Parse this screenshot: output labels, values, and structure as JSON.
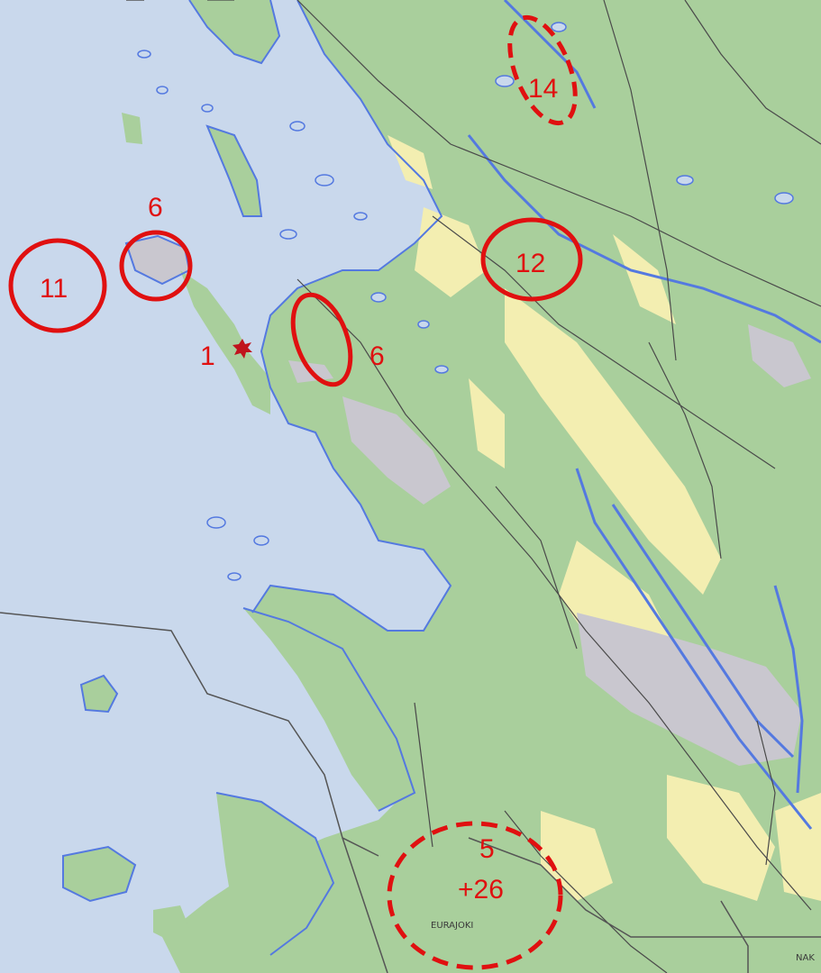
{
  "map": {
    "colors": {
      "sea": "#c9d8ec",
      "land": "#a9cf9c",
      "open_land": "#f3eeb1",
      "urban": "#c9c7cf",
      "water_line": "#5479e0",
      "road": "#4a4a4a",
      "annotation": "#e01010"
    },
    "place_labels": {
      "eurajoki": "EURAJOKI",
      "nak": "NAK"
    },
    "annotations": [
      {
        "id": "a14",
        "label": "14",
        "style": "dashed"
      },
      {
        "id": "a6top",
        "label": "6",
        "style": "solid"
      },
      {
        "id": "a11",
        "label": "11",
        "style": "solid"
      },
      {
        "id": "a12",
        "label": "12",
        "style": "solid"
      },
      {
        "id": "a1",
        "label": "1",
        "style": "star-marker"
      },
      {
        "id": "a6mid",
        "label": "6",
        "style": "solid"
      },
      {
        "id": "a5",
        "label": "5",
        "style": "dashed"
      },
      {
        "id": "a26",
        "label": "+26",
        "style": "dashed"
      }
    ]
  }
}
